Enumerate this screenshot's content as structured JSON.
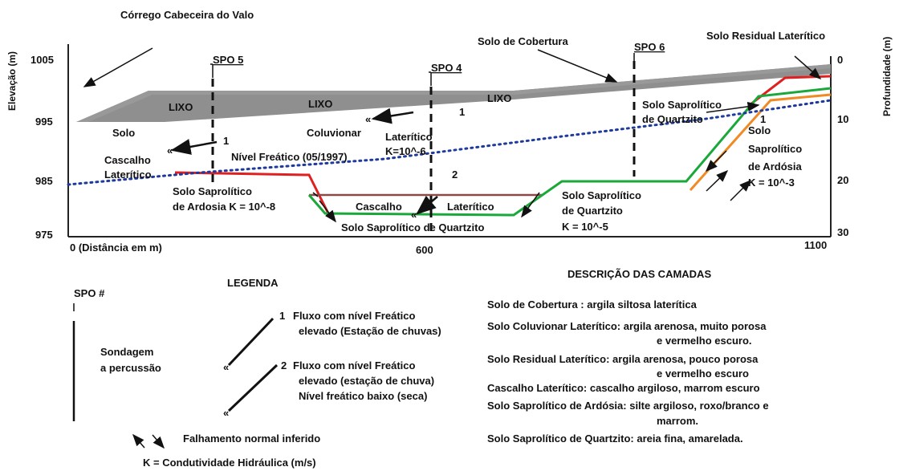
{
  "section": {
    "title": "Córrego Cabeceira do Valo",
    "left_axis": {
      "label": "Elevação (m)",
      "ticks": [
        "1005",
        "995",
        "985",
        "975"
      ]
    },
    "right_axis": {
      "label": "Profundidade (m)",
      "ticks": [
        "0",
        "10",
        "20",
        "30"
      ]
    },
    "bottom_axis": {
      "left_label": "0 (Distância em m)",
      "mid_label": "600",
      "right_label": "1100"
    },
    "boreholes": [
      "SPO 5",
      "SPO 4",
      "SPO 6"
    ],
    "labels": {
      "solo_cobertura": "Solo de Cobertura",
      "solo_residual": "Solo Residual Laterítico",
      "lixo": "LIXO",
      "solo": "Solo",
      "coluvionar": "Coluvionar",
      "lateritico": "Laterítico",
      "k_lateritico": "K=10^-6",
      "cascalho": "Cascalho",
      "lateritico2": "Laterítico",
      "nivel_freatico": "Nível Freático (05/1997)",
      "saprolitico_quartzito_top": "Solo Saprolítico",
      "saprolitico_quartzito_top2": "de Quartzito",
      "solo_sap_ardosia_r1": "Solo",
      "solo_sap_ardosia_r2": "Saprolítico",
      "solo_sap_ardosia_r3": "de Ardósia",
      "k_ardosia_r": "K = 10^-3",
      "solo_sap_ardosia_l1": "Solo Saprolítico",
      "solo_sap_ardosia_l2": "de Ardosia K = 10^-8",
      "cascalho_mid": "Cascalho",
      "lateritico_mid": "Laterítico",
      "solo_sap_quartzito_bottom": "Solo Saprolítico de Quartzito",
      "solo_sap_quartzito_r1": "Solo Saprolítico",
      "solo_sap_quartzito_r2": "de Quartzito",
      "k_quartzito": "K = 10^-5",
      "flow1": "1",
      "flow2": "2"
    }
  },
  "legend": {
    "title": "LEGENDA",
    "spo": "SPO #",
    "sondagem_1": "Sondagem",
    "sondagem_2": "a percussão",
    "item1_num": "1",
    "item1_l1": "Fluxo com nível Freático",
    "item1_l2": "elevado (Estação de chuvas)",
    "item2_num": "2",
    "item2_l1": "Fluxo com nível Freático",
    "item2_l2": "elevado (estação de chuva)",
    "item2_l3": "Nível freático baixo (seca)",
    "fault": "Falhamento normal inferido",
    "k_def": "K = Condutividade Hidráulica (m/s)"
  },
  "description": {
    "title": "DESCRIÇÃO DAS CAMADAS",
    "lines": [
      "Solo de Cobertura : argila siltosa laterítica",
      "Solo Coluvionar Laterítico: argila arenosa, muito porosa",
      "e vermelho escuro.",
      "Solo Residual Laterítico: argila arenosa, pouco porosa",
      "e vermelho escuro",
      "Cascalho Laterítico: cascalho argiloso, marrom escuro",
      "Solo Saprolítico de Ardósia: silte argiloso, roxo/branco e",
      "marrom.",
      "Solo Saprolítico de Quartzito: areia fina, amarelada."
    ]
  }
}
